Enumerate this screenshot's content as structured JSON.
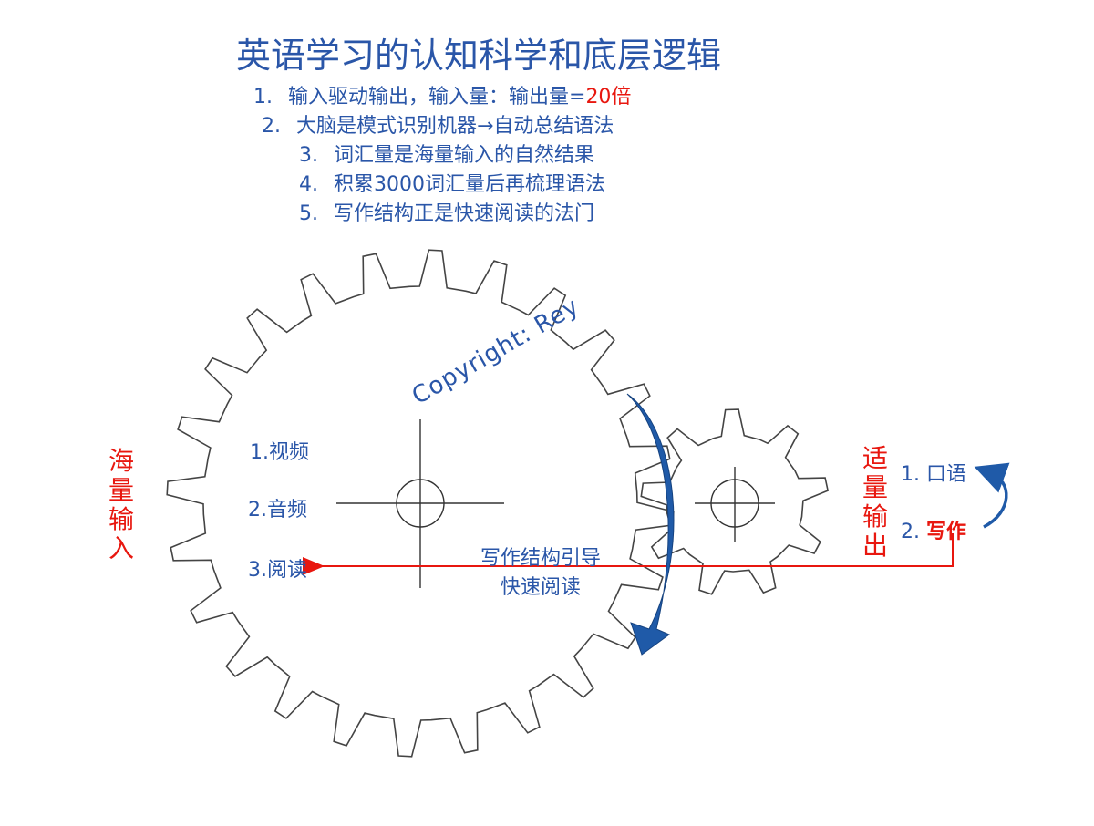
{
  "title": "英语学习的认知科学和底层逻辑",
  "points": [
    {
      "num": "1.",
      "text": "输入驱动输出，输入量：输出量=",
      "highlight": "20倍"
    },
    {
      "num": "2.",
      "text": "大脑是模式识别机器→自动总结语法",
      "highlight": ""
    },
    {
      "num": "3.",
      "text": "词汇量是海量输入的自然结果",
      "highlight": ""
    },
    {
      "num": "4.",
      "text": "积累3000词汇量后再梳理语法",
      "highlight": ""
    },
    {
      "num": "5.",
      "text": "写作结构正是快速阅读的法门",
      "highlight": ""
    }
  ],
  "left_label": "海量输入",
  "right_label": "适量输出",
  "big_gear_items": [
    "1.视频",
    "2.音频",
    "3.阅读"
  ],
  "output_items": {
    "item1": "1. 口语",
    "item2_num": "2. ",
    "item2_text": "写作"
  },
  "watermark": "Copyright: Rey",
  "arrow_caption": [
    "写作结构引导",
    "快速阅读"
  ],
  "colors": {
    "blue": "#2a56a8",
    "red": "#e8170f",
    "arrow_blue": "#1f5aa8",
    "gear_stroke": "#444444"
  }
}
